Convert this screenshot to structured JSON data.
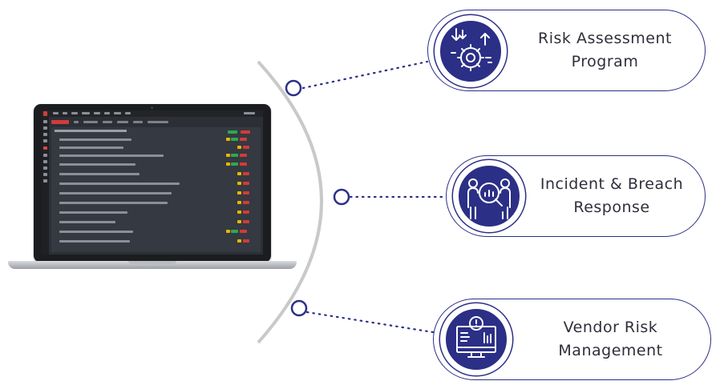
{
  "items": [
    {
      "line1": "Risk Assessment",
      "line2": "Program",
      "icon": "risk-assessment-gear-icon"
    },
    {
      "line1": "Incident & Breach",
      "line2": "Response",
      "icon": "incident-analysis-people-icon"
    },
    {
      "line1": "Vendor Risk",
      "line2": "Management",
      "icon": "vendor-risk-monitor-icon"
    }
  ],
  "colors": {
    "accent": "#2b2f86",
    "arc": "#c9c9c9",
    "text": "#2f2f3b"
  }
}
